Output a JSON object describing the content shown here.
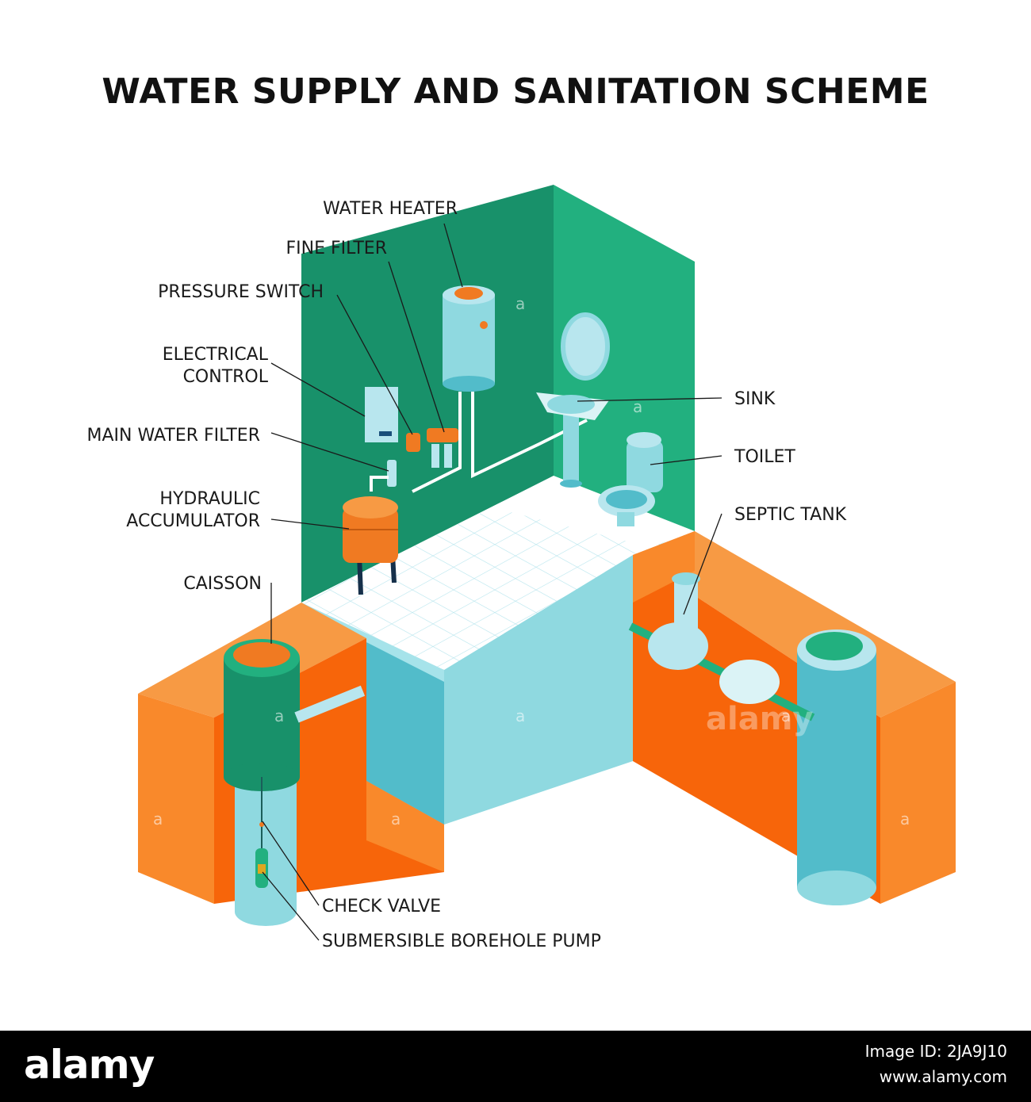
{
  "title": "WATER SUPPLY AND SANITATION SCHEME",
  "labels": {
    "water_heater": "WATER HEATER",
    "fine_filter": "FINE FILTER",
    "pressure_switch": "PRESSURE SWITCH",
    "electrical_control_1": "ELECTRICAL",
    "electrical_control_2": "CONTROL",
    "main_water_filter": "MAIN WATER FILTER",
    "hydraulic_accumulator_1": "HYDRAULIC",
    "hydraulic_accumulator_2": "ACCUMULATOR",
    "caisson": "CAISSON",
    "check_valve": "CHECK VALVE",
    "submersible_pump": "SUBMERSIBLE BOREHOLE PUMP",
    "sink": "SINK",
    "toilet": "TOILET",
    "septic_tank": "SEPTIC TANK"
  },
  "watermark": "alamy",
  "footer": {
    "logo": "alamy",
    "image_id": "Image ID: 2JA9J10",
    "site": "www.alamy.com"
  },
  "colors": {
    "wall_left": "#18916a",
    "wall_right": "#22b07f",
    "soil_light": "#f9892b",
    "soil_dark": "#f7650a",
    "block_light": "#8fd9e0",
    "block_dark": "#52bcca",
    "floor": "#ffffff",
    "accent_orange": "#f07a22"
  }
}
